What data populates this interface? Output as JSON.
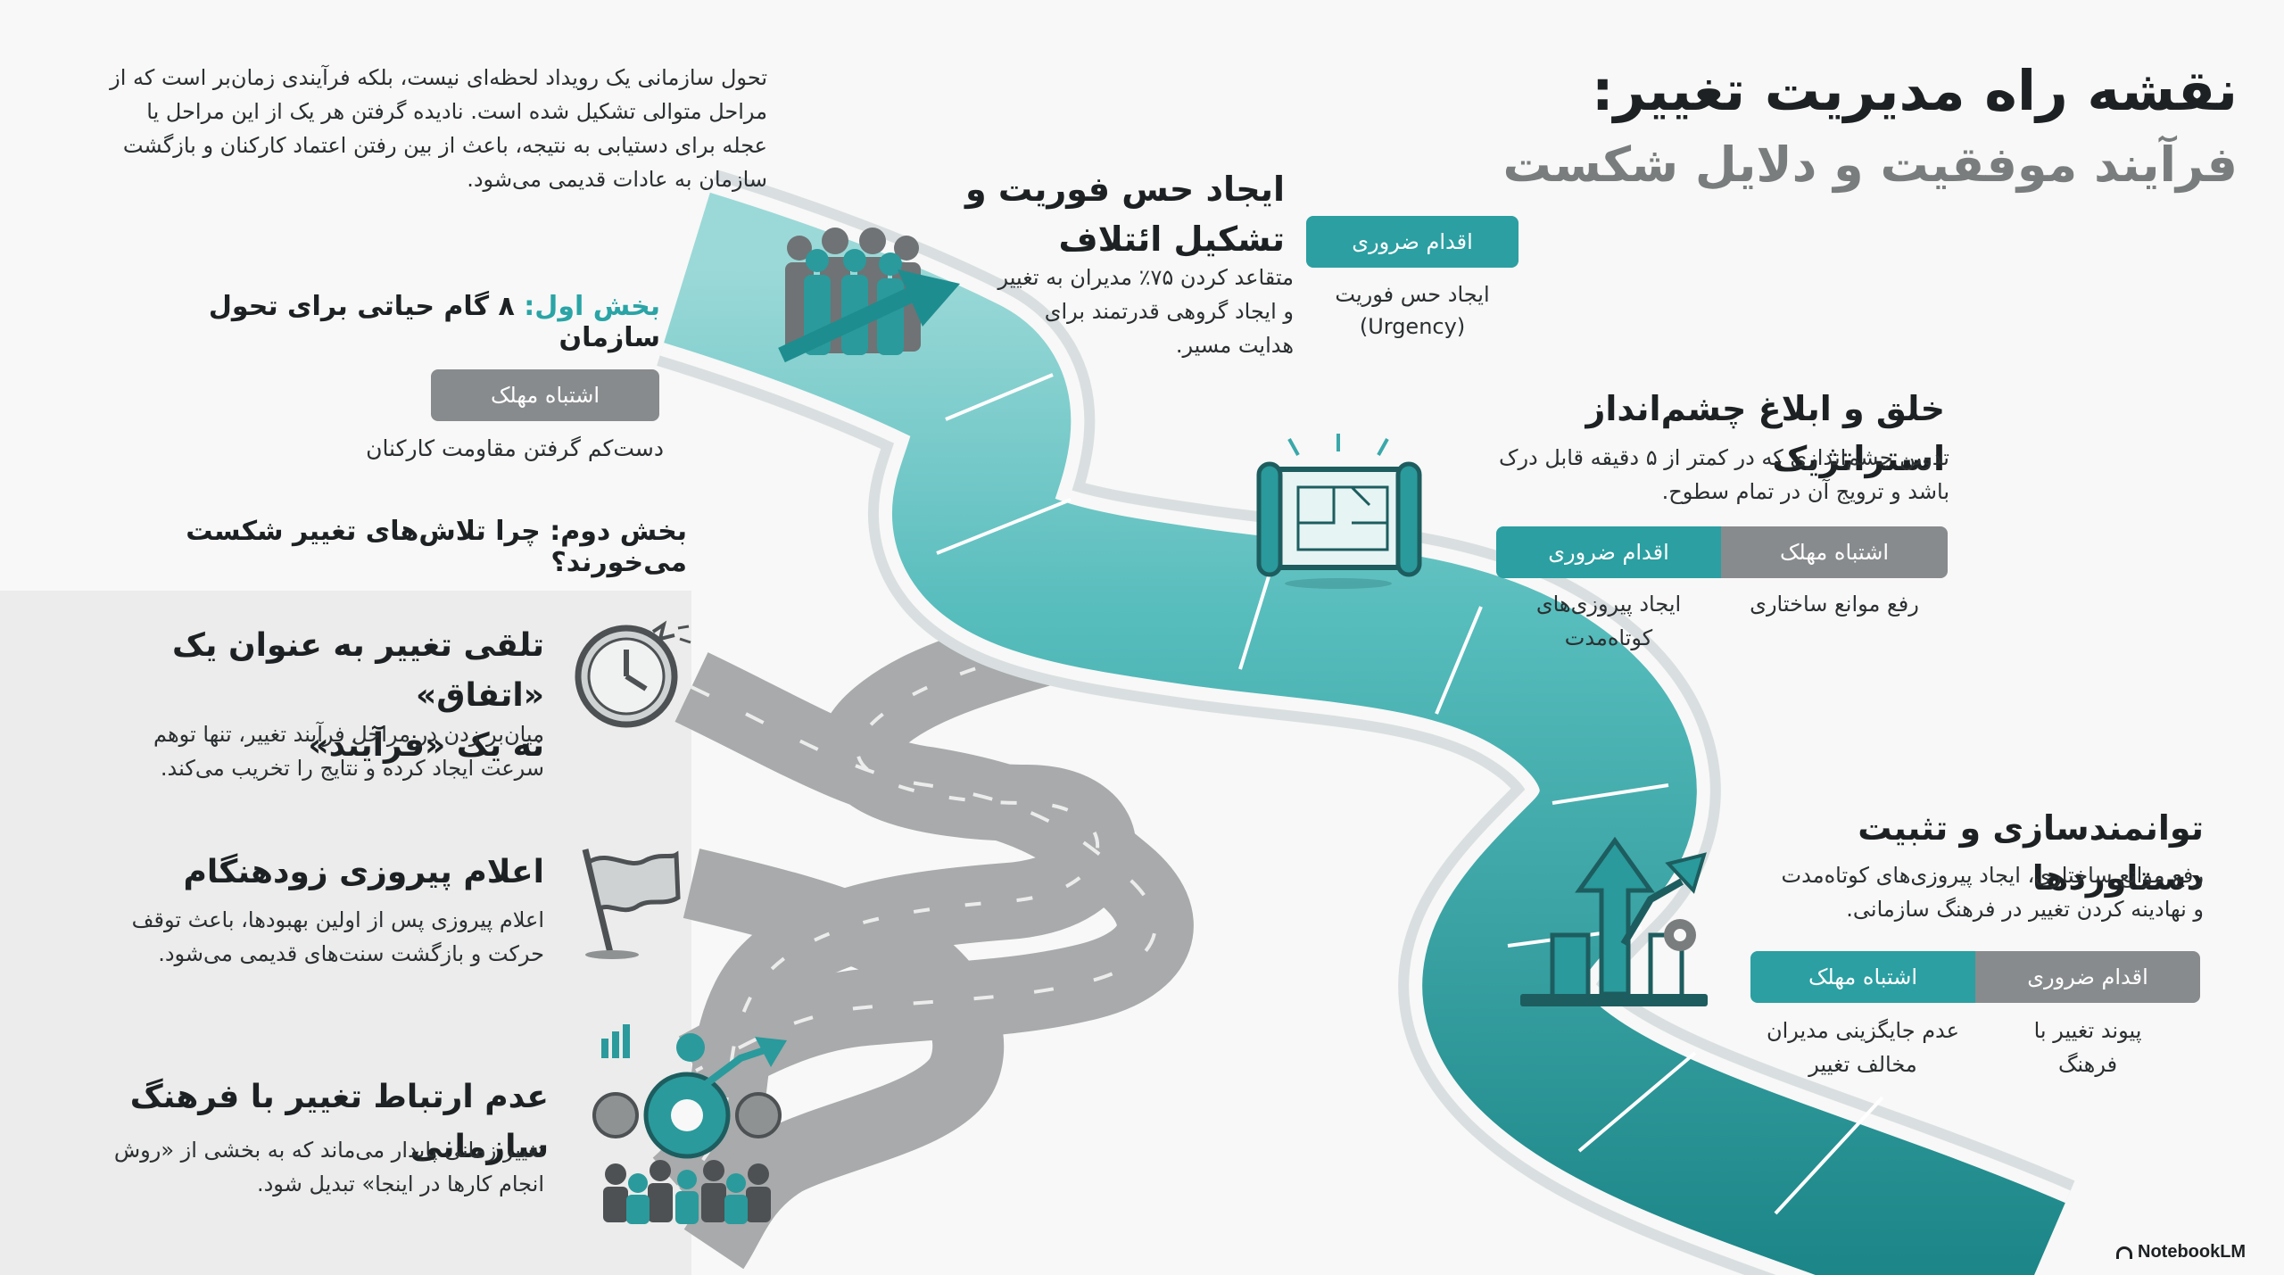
{
  "header": {
    "title": "نقشه راه مدیریت تغییر:",
    "subtitle": "فرآیند موفقیت و دلایل شکست"
  },
  "intro": {
    "lines": [
      "تحول سازمانی یک رویداد لحظه‌ای نیست، بلکه فرآیندی زمان‌بر است که از",
      "مراحل متوالی تشکیل شده است. نادیده گرفتن هر یک از این مراحل یا",
      "عجله برای دستیابی به نتیجه، باعث از بین رفتن اعتماد کارکنان و بازگشت",
      "سازمان به عادات قدیمی می‌شود."
    ]
  },
  "part_one": {
    "label": "بخش اول:",
    "text": " ۸ گام حیاتی برای تحول سازمان",
    "mistake_label": "اشتباه مهلک",
    "mistake_text": "دست‌کم گرفتن مقاومت کارکنان"
  },
  "part_two": {
    "label": "بخش دوم: چرا تلاش‌های تغییر شکست می‌خورند؟"
  },
  "steps": {
    "urgency": {
      "title_lines": [
        "ایجاد حس فوریت و",
        "تشکیل ائتلاف"
      ],
      "body_lines": [
        "متقاعد کردن ۷۵٪ مدیران به تغییر",
        "و ایجاد گروهی قدرتمند برای",
        "هدایت مسیر."
      ],
      "action_label": "اقدام ضروری",
      "action_lines": [
        "ایجاد حس فوریت",
        "(Urgency)"
      ],
      "icon": "team-arrow-icon"
    },
    "vision": {
      "title": "خلق و ابلاغ چشم‌انداز استراتژیک",
      "body_lines": [
        "تدوین چشم‌اندازی که در کمتر از ۵ دقیقه قابل درک",
        "باشد و ترویج آن در تمام سطوح."
      ],
      "action_label": "اقدام ضروری",
      "mistake_label": "اشتباه مهلک",
      "action_lines": [
        "ایجاد پیروزی‌های",
        "کوتاه‌مدت"
      ],
      "mistake_lines": [
        "رفع موانع ساختاری"
      ],
      "icon": "blueprint-icon"
    },
    "empower": {
      "title": "توانمندسازی و تثبیت دستاوردها",
      "body_lines": [
        "رفع موانع ساختاری، ایجاد پیروزی‌های کوتاه‌مدت",
        "و نهادینه کردن تغییر در فرهنگ سازمانی."
      ],
      "mistake_label": "اشتباه مهلک",
      "action_label": "اقدام ضروری",
      "mistake_lines": [
        "عدم جایگزینی مدیران",
        "مخالف تغییر"
      ],
      "action_lines": [
        "پیوند تغییر با",
        "فرهنگ"
      ],
      "icon": "growth-chart-icon"
    }
  },
  "failures": [
    {
      "title_lines": [
        "تلقی تغییر به عنوان یک «اتفاق»",
        "نه یک «فرآیند»"
      ],
      "body_lines": [
        "میان‌بر زدن در مراحل فرآیند تغییر، تنها توهم",
        "سرعت ایجاد کرده و نتایج را تخریب می‌کند."
      ],
      "icon": "broken-clock-icon"
    },
    {
      "title_lines": [
        "اعلام پیروزی زودهنگام"
      ],
      "body_lines": [
        "اعلام پیروزی پس از اولین بهبودها، باعث توقف",
        "حرکت و بازگشت سنت‌های قدیمی می‌شود."
      ],
      "icon": "flag-icon"
    },
    {
      "title_lines": [
        "عدم ارتباط تغییر با فرهنگ سازمانی"
      ],
      "body_lines": [
        "تغییر زمانی پایدار می‌ماند که به بخشی از «روش",
        "انجام کارها در اینجا» تبدیل شود."
      ],
      "icon": "culture-gears-icon"
    }
  ],
  "brand": "NotebookLM",
  "colors": {
    "teal_light": "#7ecfcf",
    "teal_mid": "#3fb3b4",
    "teal_dark": "#1e8d8f",
    "road_grey": "#a9abac",
    "pill_grey": "#888b8d",
    "pill_teal": "#2b9fa2"
  }
}
